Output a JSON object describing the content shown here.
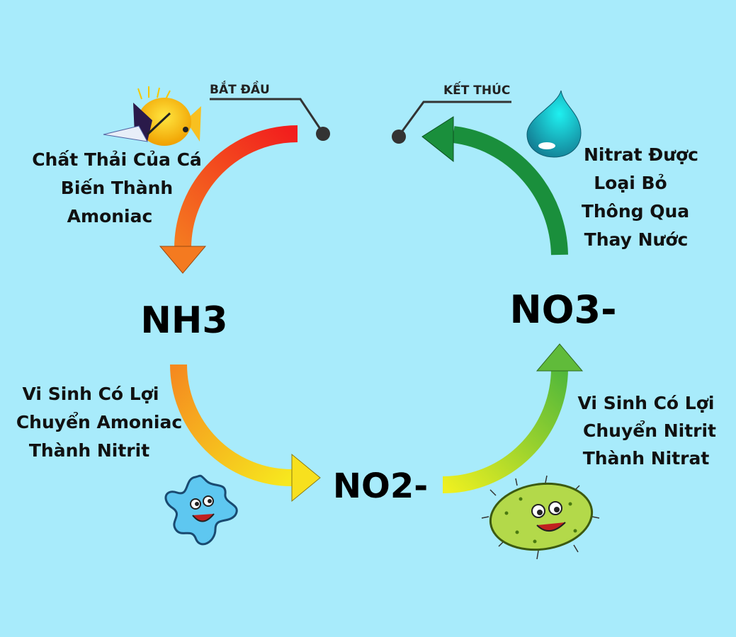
{
  "markers": {
    "start": "BẮT ĐẦU",
    "end": "KẾT THÚC"
  },
  "compounds": {
    "nh3": "NH3",
    "no2": "NO2-",
    "no3": "NO3-"
  },
  "steps": {
    "fish_waste": [
      "Chất Thải Của Cá",
      "Biến Thành",
      "Amoniac"
    ],
    "ammonia_to_nitrite": [
      "Vi Sinh Có Lợi",
      "Chuyển Amoniac",
      "Thành Nitrit"
    ],
    "nitrite_to_nitrate": [
      "Vi Sinh Có Lợi",
      "Chuyển Nitrit",
      "Thành Nitrat"
    ],
    "nitrate_removal": [
      "Nitrat Được",
      "Loại Bỏ",
      "Thông Qua",
      "Thay Nước"
    ]
  },
  "colors": {
    "background": "#a8ebfb",
    "arrow1": [
      "#f21d1d",
      "#f47a20"
    ],
    "arrow2": [
      "#f58a1f",
      "#f7e81e"
    ],
    "arrow3": [
      "#eef020",
      "#52b83a"
    ],
    "arrow4": "#1a8f3c"
  }
}
